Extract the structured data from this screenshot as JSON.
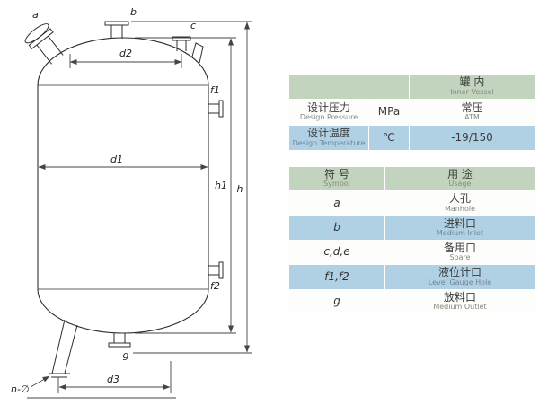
{
  "diagram": {
    "labels": {
      "a": "a",
      "b": "b",
      "c": "c",
      "d1": "d1",
      "d2": "d2",
      "d3": "d3",
      "f1": "f1",
      "f2": "f2",
      "g": "g",
      "h": "h",
      "h1": "h1",
      "n_dia": "n-∅"
    }
  },
  "spec_table": {
    "header": {
      "cn": "罐 内",
      "en": "Inner Vessel"
    },
    "rows": [
      {
        "label_cn": "设计压力",
        "label_en": "Design Pressure",
        "unit": "MPa",
        "value_cn": "常压",
        "value_en": "ATM"
      },
      {
        "label_cn": "设计温度",
        "label_en": "Design Temperature",
        "unit": "℃",
        "value_cn": "-19/150",
        "value_en": ""
      }
    ]
  },
  "symbol_table": {
    "header": {
      "sym_cn": "符 号",
      "sym_en": "Symbol",
      "use_cn": "用 途",
      "use_en": "Usage"
    },
    "rows": [
      {
        "symbol": "a",
        "use_cn": "人孔",
        "use_en": "Manhole"
      },
      {
        "symbol": "b",
        "use_cn": "进料口",
        "use_en": "Medium Inlet"
      },
      {
        "symbol": "c,d,e",
        "use_cn": "备用口",
        "use_en": "Spare"
      },
      {
        "symbol": "f1,f2",
        "use_cn": "液位计口",
        "use_en": "Level Gauge Hole"
      },
      {
        "symbol": "g",
        "use_cn": "放料口",
        "use_en": "Medium Outlet"
      }
    ]
  },
  "colors": {
    "header_green": "#c2d4bd",
    "row_blue": "#b0d0e4",
    "row_white": "#fdfdfc"
  }
}
